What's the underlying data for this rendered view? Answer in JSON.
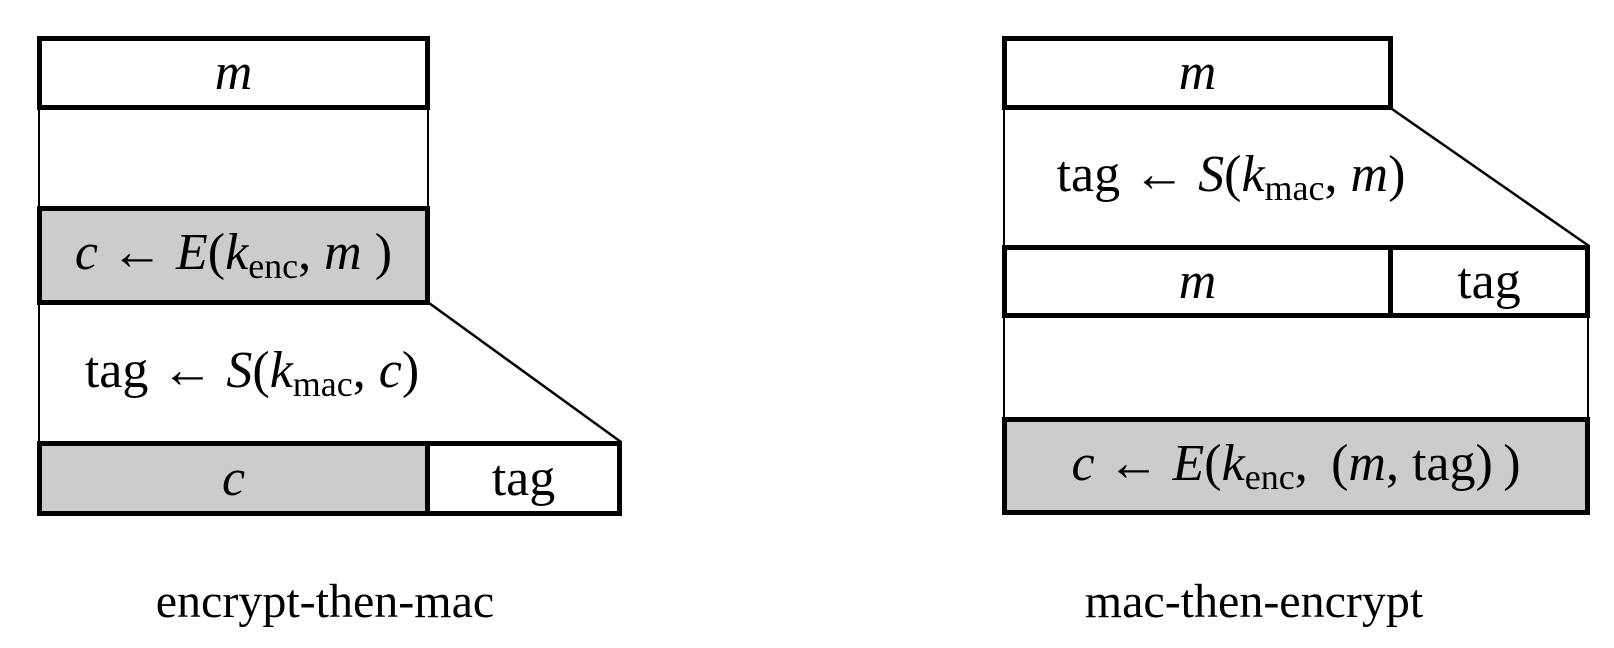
{
  "figure": {
    "colors": {
      "box_fill_gray": "#cccccc",
      "box_fill_white": "#ffffff",
      "line_color": "#000000",
      "background": "#ffffff"
    },
    "left": {
      "caption": "encrypt-then-mac",
      "message_box": {
        "label": "m"
      },
      "encrypt_box": {
        "lhs": "c",
        "arrow": " ← ",
        "fn": "E",
        "open": "(",
        "kvar": "k",
        "ksub": "enc",
        "argpre": ", ",
        "arg": "m",
        "argpost": " )"
      },
      "mac_step": {
        "lhs": "tag",
        "arrow": " ← ",
        "fn": "S",
        "open": "(",
        "kvar": "k",
        "ksub": "mac",
        "argpre": ", ",
        "arg": "c",
        "argpost": ")"
      },
      "output_ciphertext": {
        "label": "c"
      },
      "output_tag": {
        "label": "tag"
      }
    },
    "right": {
      "caption": "mac-then-encrypt",
      "message_box": {
        "label": "m"
      },
      "mac_step": {
        "lhs": "tag",
        "arrow": " ← ",
        "fn": "S",
        "open": "(",
        "kvar": "k",
        "ksub": "mac",
        "argpre": ", ",
        "arg": "m",
        "argpost": ")"
      },
      "middle_message": {
        "label": "m"
      },
      "middle_tag": {
        "label": "tag"
      },
      "encrypt_box": {
        "lhs": "c",
        "arrow": " ← ",
        "fn": "E",
        "open": "(",
        "kvar": "k",
        "ksub": "enc",
        "argpre": ",  (",
        "arg": "m",
        "argpost": ", tag) )"
      }
    }
  }
}
